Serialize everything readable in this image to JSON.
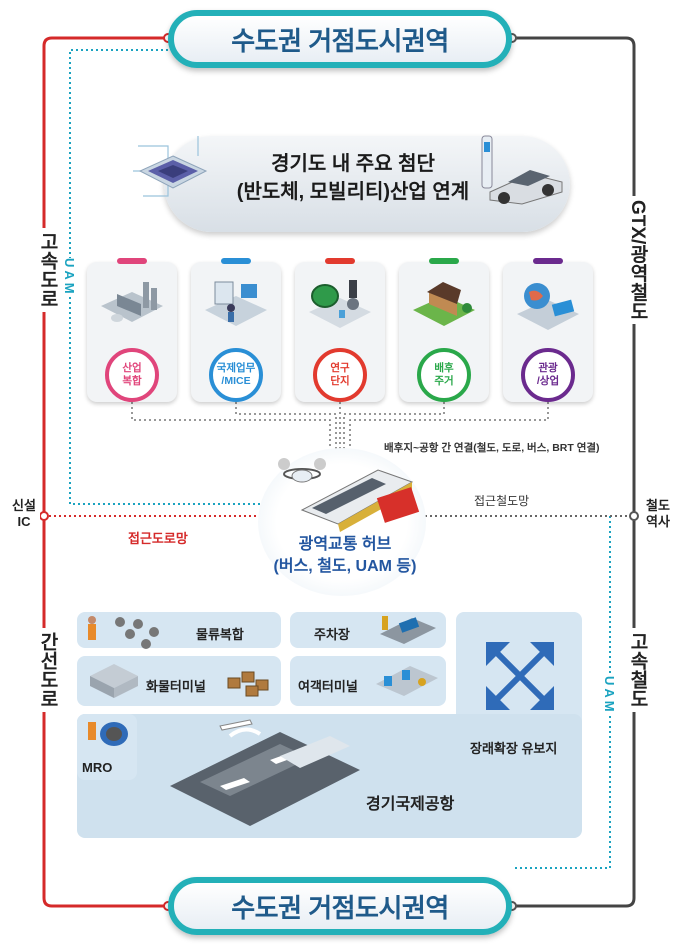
{
  "top_pill": "수도권 거점도시권역",
  "bottom_pill": "수도권 거점도시권역",
  "left_top_label": "고속도로",
  "left_bottom_label": "간선도로",
  "right_top_label": "GTX/광역철도",
  "right_bottom_label": "고속철도",
  "uam_left": "UAM",
  "uam_right": "UAM",
  "left_mid_label": "신설\nIC",
  "right_mid_label": "철도\n역사",
  "banner": {
    "line1": "경기도 내 주요 첨단",
    "line2": "(반도체, 모빌리티)산업 연계"
  },
  "cards": [
    {
      "label": "산업\n복합",
      "color": "#e0457b"
    },
    {
      "label": "국제업무\n/MICE",
      "color": "#2a8fd6"
    },
    {
      "label": "연구\n단지",
      "color": "#e23a2e"
    },
    {
      "label": "배후\n주거",
      "color": "#2aa84a"
    },
    {
      "label": "관광\n/상업",
      "color": "#6b2a8e"
    }
  ],
  "connection_note": "배후지~공항 간 연결(철도, 도로, 버스, BRT 연결)",
  "road_network": "접근도로망",
  "rail_network": "접근철도망",
  "hub": {
    "line1": "광역교통 허브",
    "line2": "(버스, 철도, UAM 등)"
  },
  "facilities": {
    "logistics": "물류복합",
    "cargo": "화물터미널",
    "mro": "MRO",
    "parking": "주차장",
    "passenger": "여객터미널",
    "reserve": "장래확장 유보지",
    "airport": "경기국제공항"
  },
  "colors": {
    "red_line": "#d52a2a",
    "dark_line": "#444444",
    "teal": "#23b0b8",
    "uam_dots": "#1aa3c0"
  }
}
